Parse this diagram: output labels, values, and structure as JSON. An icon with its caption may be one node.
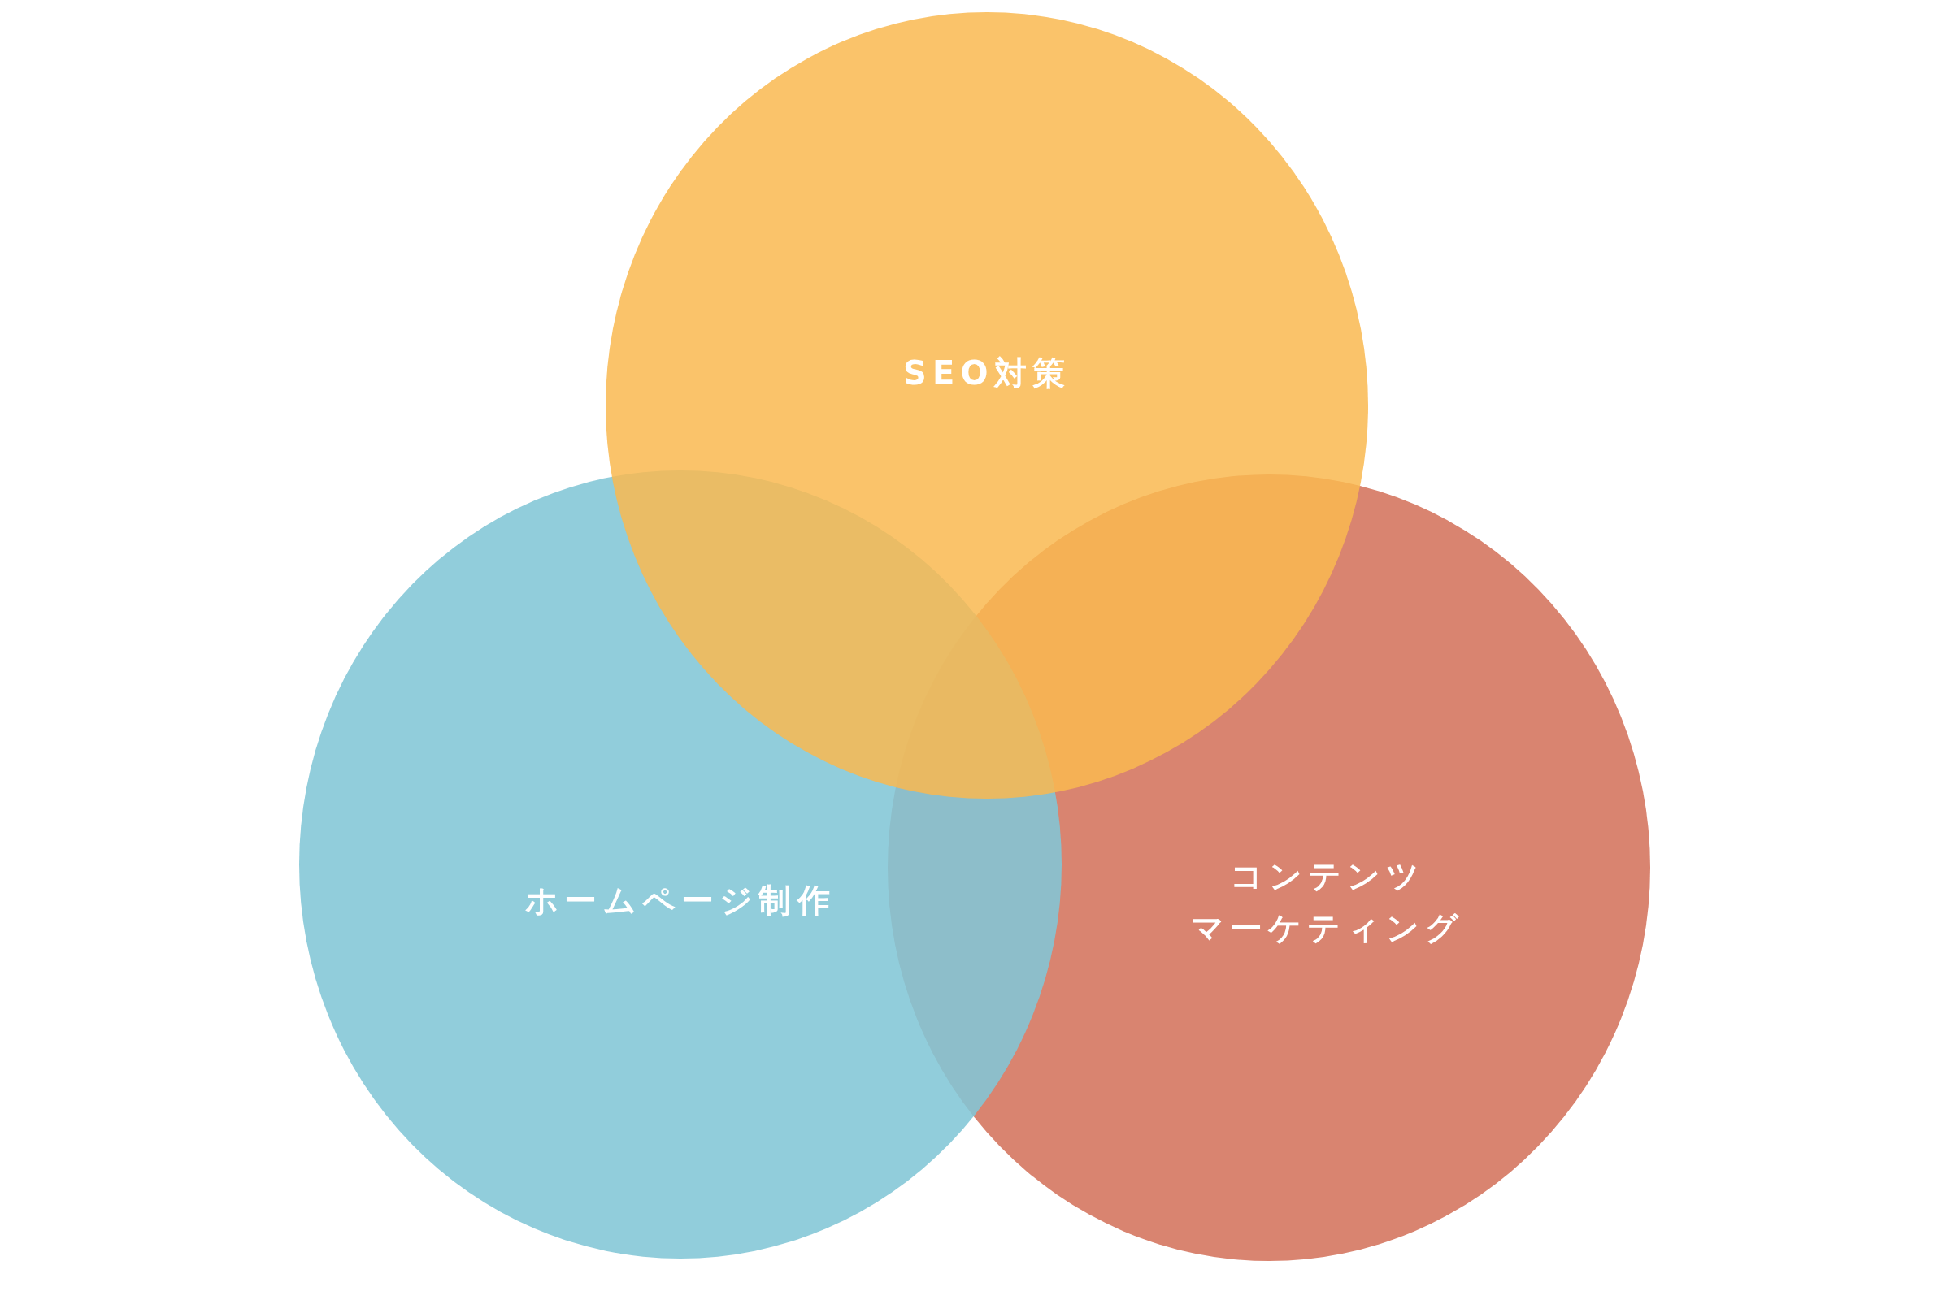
{
  "diagram": {
    "nodes": [
      {
        "text": [
          "SEO対策"
        ]
      },
      {
        "text": [
          "ホームページ制作"
        ]
      },
      {
        "text": [
          "コンテンツマーケティング"
        ]
      }
    ]
  }
}
